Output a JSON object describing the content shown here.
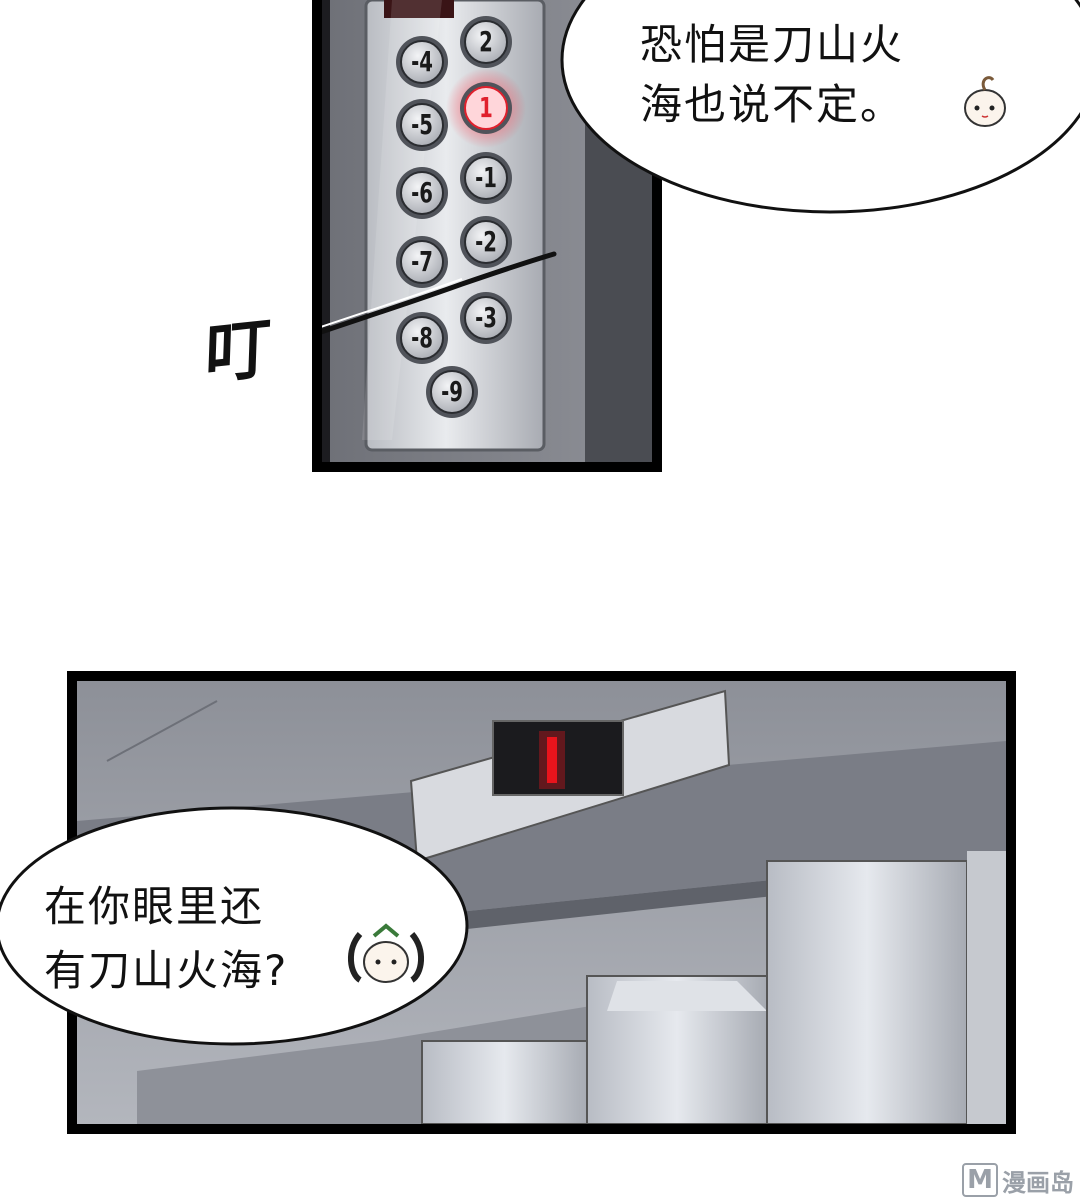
{
  "panel1": {
    "buttons": [
      {
        "label": "-4",
        "lit": false
      },
      {
        "label": "2",
        "lit": false
      },
      {
        "label": "-5",
        "lit": false
      },
      {
        "label": "1",
        "lit": true
      },
      {
        "label": "-6",
        "lit": false
      },
      {
        "label": "-1",
        "lit": false
      },
      {
        "label": "-7",
        "lit": false
      },
      {
        "label": "-2",
        "lit": false
      },
      {
        "label": "-8",
        "lit": false
      },
      {
        "label": "-3",
        "lit": false
      },
      {
        "label": "-9",
        "lit": false
      }
    ],
    "sound_effect": "叮",
    "speech_bubble": {
      "line1": "恐怕是刀山火",
      "line2": "海也说不定。"
    }
  },
  "panel2": {
    "floor_display": "1",
    "speech_bubble": {
      "line1": "在你眼里还",
      "line2": "有刀山火海?"
    }
  },
  "watermark": {
    "logo": "M",
    "text": "漫画岛"
  },
  "colors": {
    "lit_button": "#e0202c",
    "display_red": "#e8141c",
    "ink": "#000000"
  }
}
